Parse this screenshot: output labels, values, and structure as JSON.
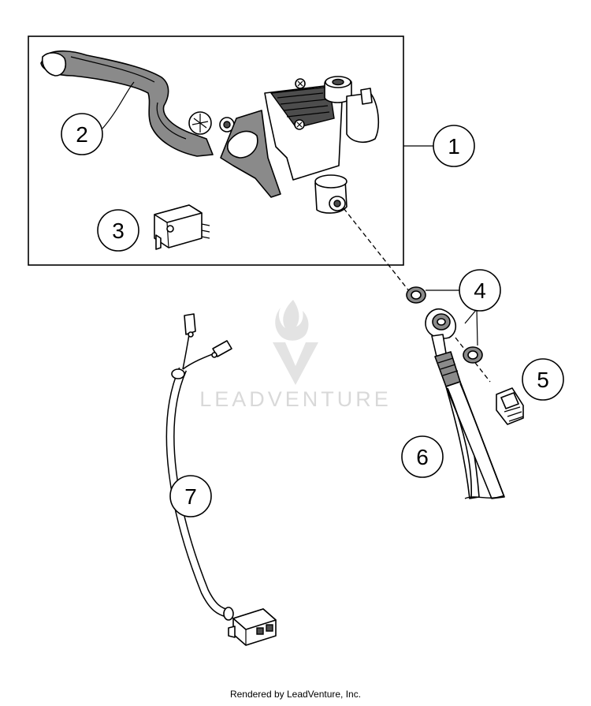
{
  "callouts": [
    {
      "id": "1",
      "label": "1"
    },
    {
      "id": "2",
      "label": "2"
    },
    {
      "id": "3",
      "label": "3"
    },
    {
      "id": "4",
      "label": "4"
    },
    {
      "id": "5",
      "label": "5"
    },
    {
      "id": "6",
      "label": "6"
    },
    {
      "id": "7",
      "label": "7"
    }
  ],
  "watermark": {
    "text": "LEADVENTURE"
  },
  "footer": {
    "text": "Rendered by LeadVenture, Inc."
  },
  "colors": {
    "line": "#000000",
    "watermark": "#d9d9d9",
    "part_fill": "#8a8a8a"
  }
}
